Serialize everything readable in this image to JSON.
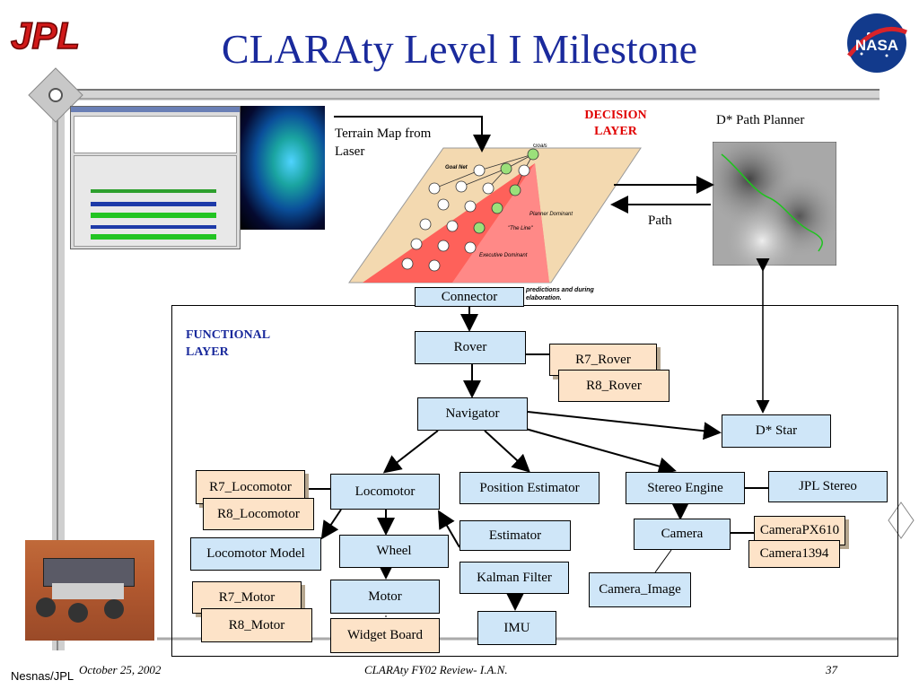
{
  "header": {
    "title": "CLARAty Level I Milestone",
    "logo_left": "JPL",
    "logo_right": "NASA"
  },
  "decision": {
    "layer_label": "DECISION LAYER",
    "terrain_label": "Terrain Map from Laser",
    "planner_label": "D* Path Planner",
    "path_label": "Path",
    "connector": "Connector",
    "net_goals": "Goals",
    "net_goal_net": "Goal Net",
    "net_planner_dominant": "Planner Dominant",
    "net_the_line": "\"The Line\"",
    "net_executive_dominant": "Executive Dominant",
    "net_side_text": "predictions and during elaboration."
  },
  "functional": {
    "layer_label": "FUNCTIONAL LAYER",
    "rover": "Rover",
    "r7_rover": "R7_Rover",
    "r8_rover": "R8_Rover",
    "navigator": "Navigator",
    "dstar": "D* Star",
    "r7_locomotor": "R7_Locomotor",
    "r8_locomotor": "R8_Locomotor",
    "locomotor": "Locomotor",
    "position_estimator": "Position Estimator",
    "stereo_engine": "Stereo Engine",
    "jpl_stereo": "JPL Stereo",
    "locomotor_model": "Locomotor Model",
    "wheel": "Wheel",
    "estimator": "Estimator",
    "camera": "Camera",
    "camera_px610": "CameraPX610",
    "camera1394": "Camera1394",
    "kalman_filter": "Kalman Filter",
    "camera_image": "Camera_Image",
    "r7_motor": "R7_Motor",
    "r8_motor": "R8_Motor",
    "motor": "Motor",
    "widget_board": "Widget Board",
    "imu": "IMU"
  },
  "footer": {
    "author": "Nesnas/JPL",
    "date": "October 25, 2002",
    "center": "CLARAty FY02 Review- I.A.N.",
    "page": "37"
  }
}
